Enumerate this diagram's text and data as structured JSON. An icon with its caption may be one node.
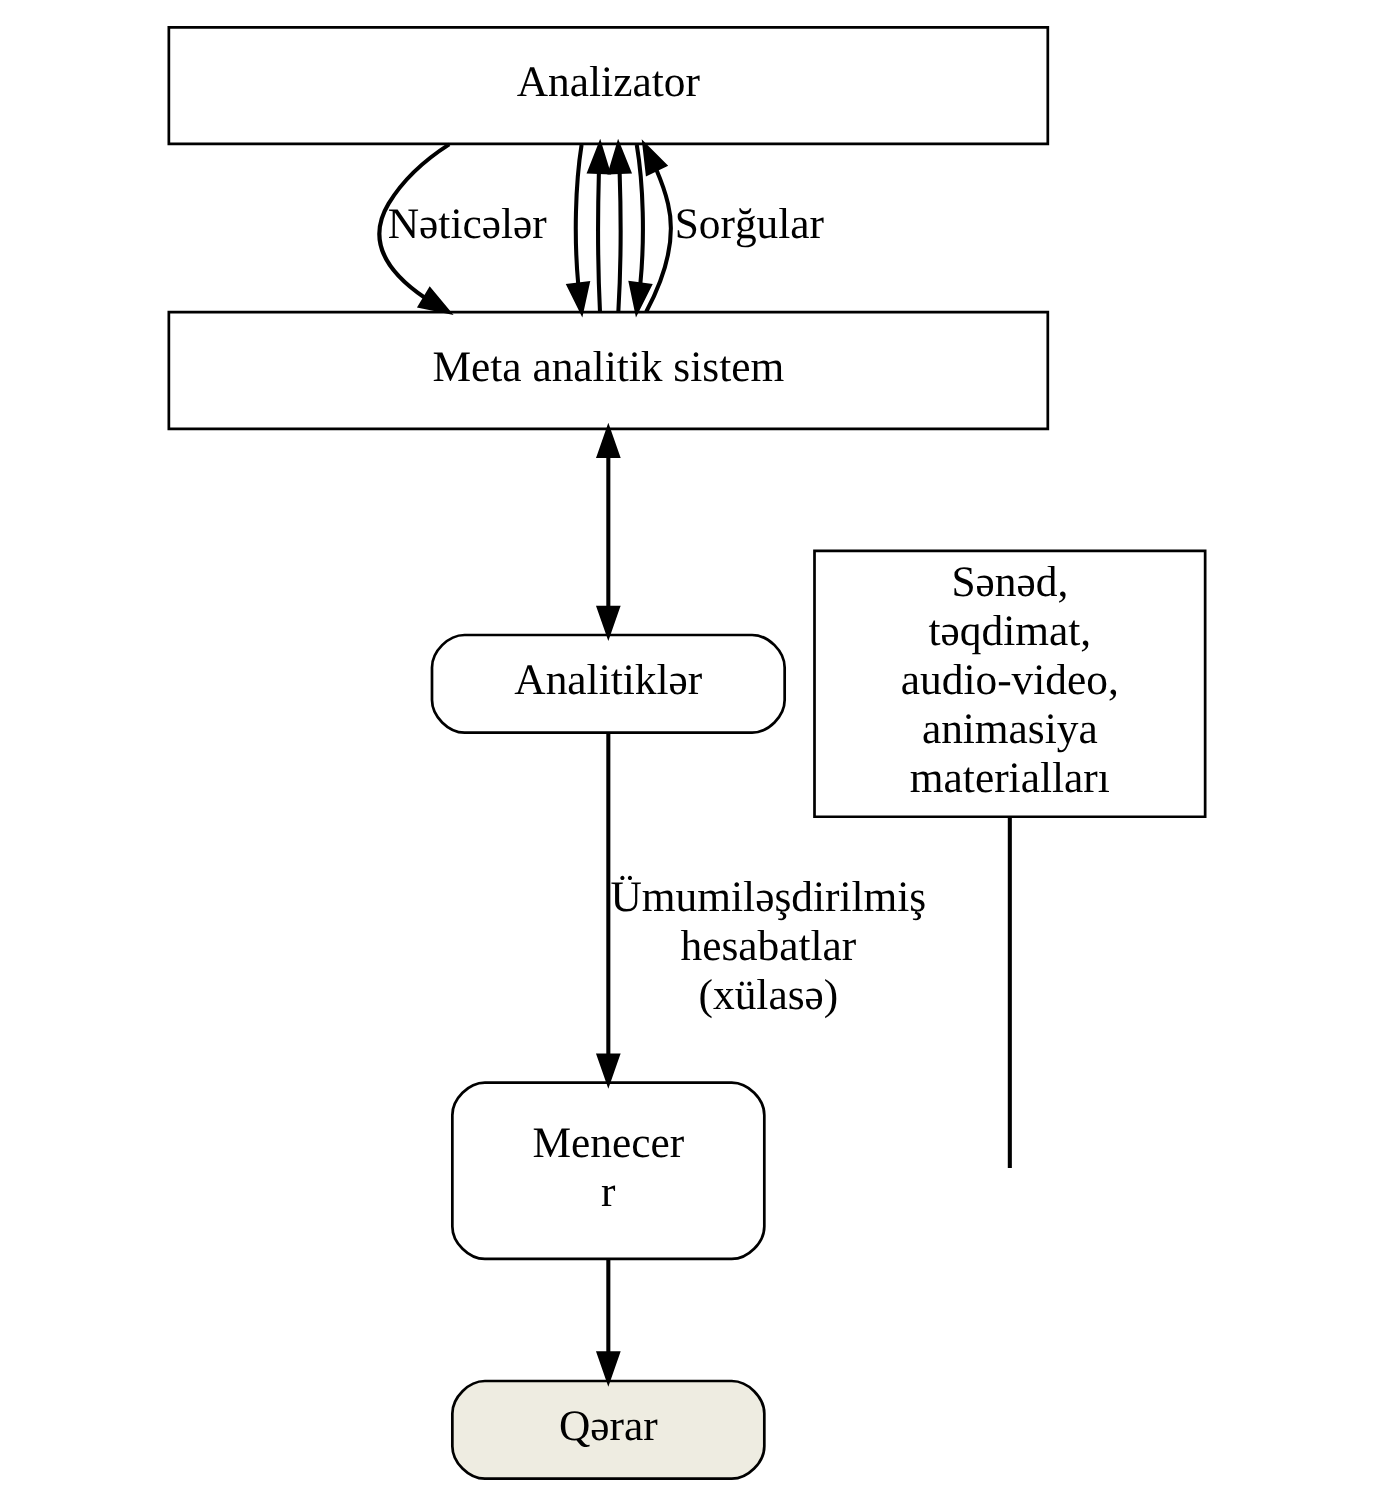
{
  "diagram": {
    "nodes": [
      {
        "text": [
          "Analizator"
        ]
      },
      {
        "text": [
          "Meta analitik sistem"
        ]
      },
      {
        "text": [
          "Analitiklər"
        ]
      },
      {
        "text": [
          "Menecer r"
        ]
      },
      {
        "text": [
          "Qərar"
        ]
      },
      {
        "text": [
          "Sənəd, təqdimat, audio-video, animasiya materialları"
        ]
      }
    ],
    "edges": [
      {
        "from": 1,
        "to": 0,
        "arrow": "to",
        "label": "Sorğular"
      },
      {
        "from": 1,
        "to": 0,
        "arrow": "to"
      },
      {
        "from": 1,
        "to": 0,
        "arrow": "to"
      },
      {
        "from": 0,
        "to": 1,
        "arrow": "to",
        "label": "Nəticələr"
      },
      {
        "from": 0,
        "to": 1,
        "arrow": "to"
      },
      {
        "from": 0,
        "to": 1,
        "arrow": "to"
      },
      {
        "from": 1,
        "to": 2,
        "arrow": "both"
      },
      {
        "from": 2,
        "to": 3,
        "arrow": "to",
        "label": "Ümumiləşdirilmiş hesabatlar (xülasə)"
      },
      {
        "from": 3,
        "to": 4,
        "arrow": "to"
      },
      {
        "from": 5,
        "to": null,
        "arrow": "none"
      }
    ]
  }
}
